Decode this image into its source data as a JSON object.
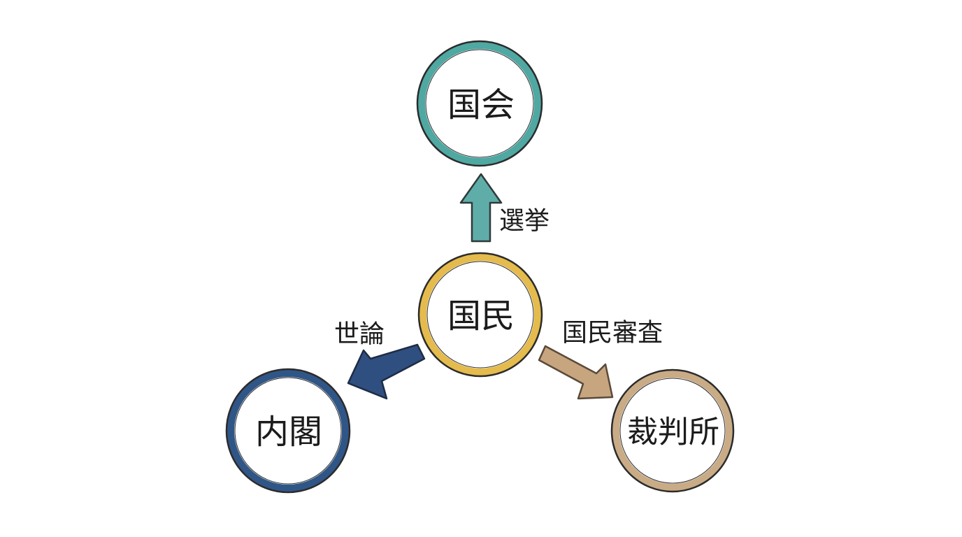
{
  "nodes": {
    "kokumin": {
      "label": "国民",
      "color": "#e4bb4c"
    },
    "kokkai": {
      "label": "国会",
      "color": "#4fa8a2"
    },
    "naikaku": {
      "label": "内閣",
      "color": "#2f5687"
    },
    "saibansho": {
      "label": "裁判所",
      "color": "#c9ab86"
    }
  },
  "edges": {
    "senkyo": {
      "label": "選挙",
      "from": "kokumin",
      "to": "kokkai",
      "color": "#5fada9"
    },
    "yoron": {
      "label": "世論",
      "from": "kokumin",
      "to": "naikaku",
      "color": "#2f4f80"
    },
    "kokumin_shinsa": {
      "label": "国民審査",
      "from": "kokumin",
      "to": "saibansho",
      "color": "#c7a57f"
    }
  }
}
